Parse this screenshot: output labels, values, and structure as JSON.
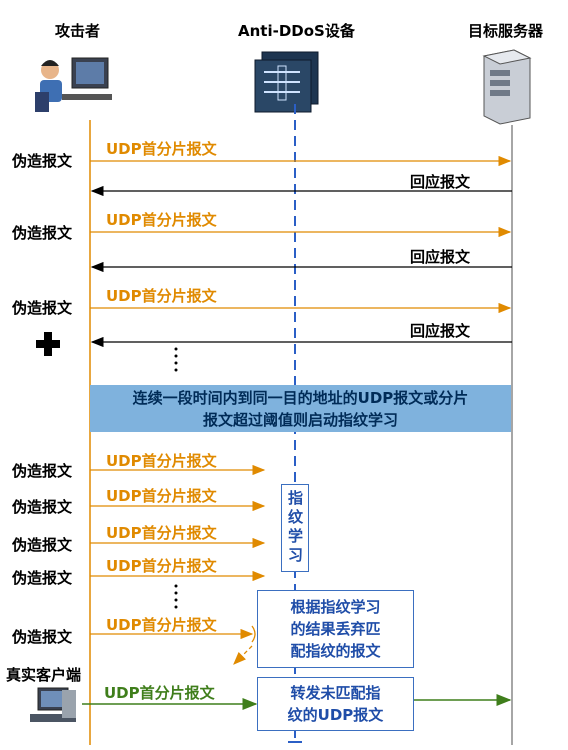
{
  "headers": {
    "attacker": "攻击者",
    "device": "Anti-DDoS设备",
    "server": "目标服务器"
  },
  "labels": {
    "fake": "伪造报文",
    "reply": "回应报文",
    "real_client": "真实客户端"
  },
  "messages": {
    "udp_first_fragment": "UDP首分片报文"
  },
  "banner": {
    "line1": "连续一段时间内到同一目的地址的UDP报文或分片",
    "line2": "报文超过阈值则启动指纹学习"
  },
  "boxes": {
    "fingerprint_learning": "指纹学习",
    "discard": [
      "根据指纹学习",
      "的结果丢弃匹",
      "配指纹的报文"
    ],
    "forward": [
      "转发未匹配指",
      "纹的UDP报文"
    ]
  },
  "colors": {
    "orange": "#e08a00",
    "green": "#3f7e1b",
    "blue_line": "#2b5fc6",
    "banner": "#7fb2dd"
  }
}
